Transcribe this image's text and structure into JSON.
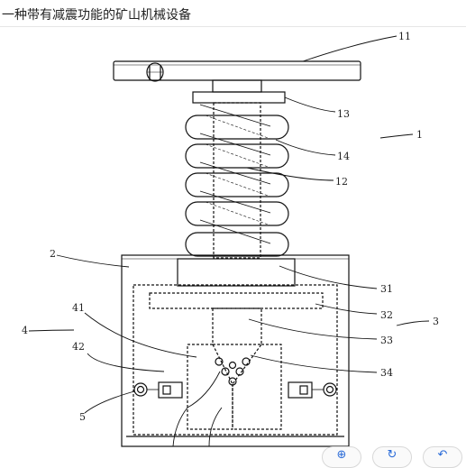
{
  "page": {
    "title": "一种带有减震功能的矿山机械设备"
  },
  "diagram": {
    "labels": {
      "l11": "11",
      "l13": "13",
      "l1": "1",
      "l14": "14",
      "l12": "12",
      "l2": "2",
      "l31": "31",
      "l32": "32",
      "l3": "3",
      "l41": "41",
      "l4": "4",
      "l33": "33",
      "l42": "42",
      "l34": "34",
      "l5": "5"
    }
  },
  "toolbar": {
    "zoom_icon": "zoom-icon",
    "rotate_icon": "rotate-icon",
    "undo_icon": "undo-icon"
  }
}
